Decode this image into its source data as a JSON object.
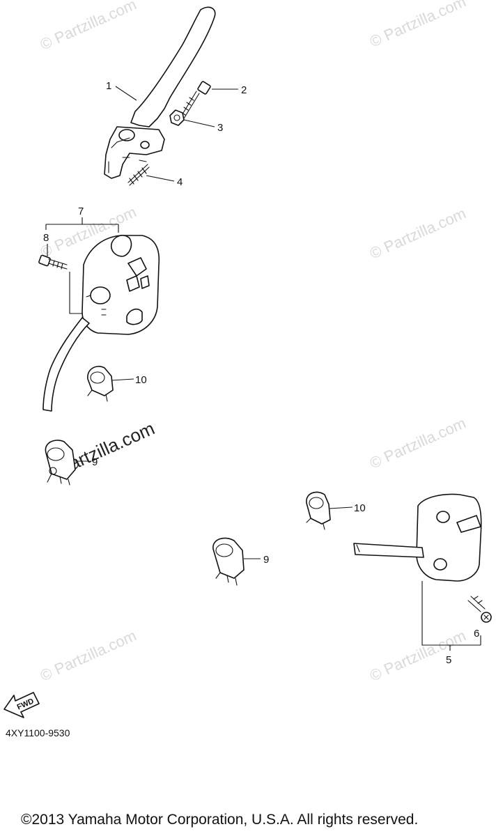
{
  "watermarks": {
    "text": "© Partzilla.com",
    "strong_text": "Partzilla.com"
  },
  "callouts": {
    "c1": "1",
    "c2": "2",
    "c3": "3",
    "c4": "4",
    "c5": "5",
    "c6": "6",
    "c7": "7",
    "c8": "8",
    "c9a": "9",
    "c9b": "9",
    "c10a": "10",
    "c10b": "10"
  },
  "fwd_arrow": {
    "label": "FWD"
  },
  "diagram_code": "4XY1100-9530",
  "copyright": "©2013  Yamaha Motor Corporation, U.S.A. All rights reserved."
}
